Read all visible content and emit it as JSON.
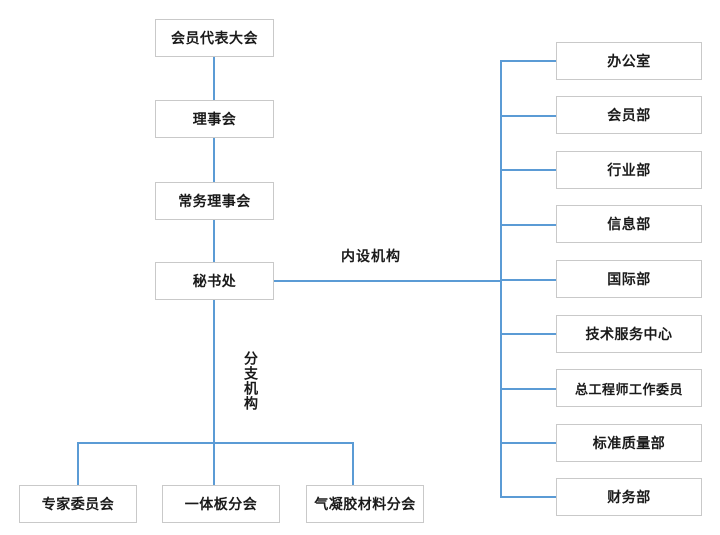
{
  "diagram": {
    "type": "organization-chart",
    "orientation": "vertical-hierarchy-with-right-branch",
    "line_color": "#5b9bd5",
    "box_border_color": "#c9c9c9",
    "box_fill_color": "#ffffff",
    "text_color": "#1a1a1a",
    "background": "#ffffff"
  },
  "main_chain": [
    {
      "id": "assembly",
      "label": "会员代表大会"
    },
    {
      "id": "council",
      "label": "理事会"
    },
    {
      "id": "standing-council",
      "label": "常务理事会"
    },
    {
      "id": "secretariat",
      "label": "秘书处"
    }
  ],
  "captions": {
    "internal": "内设机构",
    "branches": "分支机构"
  },
  "internal_departments": [
    {
      "id": "office",
      "label": "办公室"
    },
    {
      "id": "membership",
      "label": "会员部"
    },
    {
      "id": "industry",
      "label": "行业部"
    },
    {
      "id": "information",
      "label": "信息部"
    },
    {
      "id": "international",
      "label": "国际部"
    },
    {
      "id": "tech-service-center",
      "label": "技术服务中心"
    },
    {
      "id": "chief-engineer-committee",
      "label": "总工程师工作委员"
    },
    {
      "id": "standard-quality",
      "label": "标准质量部"
    },
    {
      "id": "finance",
      "label": "财务部"
    }
  ],
  "branch_organizations": [
    {
      "id": "expert-committee",
      "label": "专家委员会"
    },
    {
      "id": "integrated-board-branch",
      "label": "一体板分会"
    },
    {
      "id": "aerogel-material-branch",
      "label": "气凝胶材料分会"
    }
  ]
}
